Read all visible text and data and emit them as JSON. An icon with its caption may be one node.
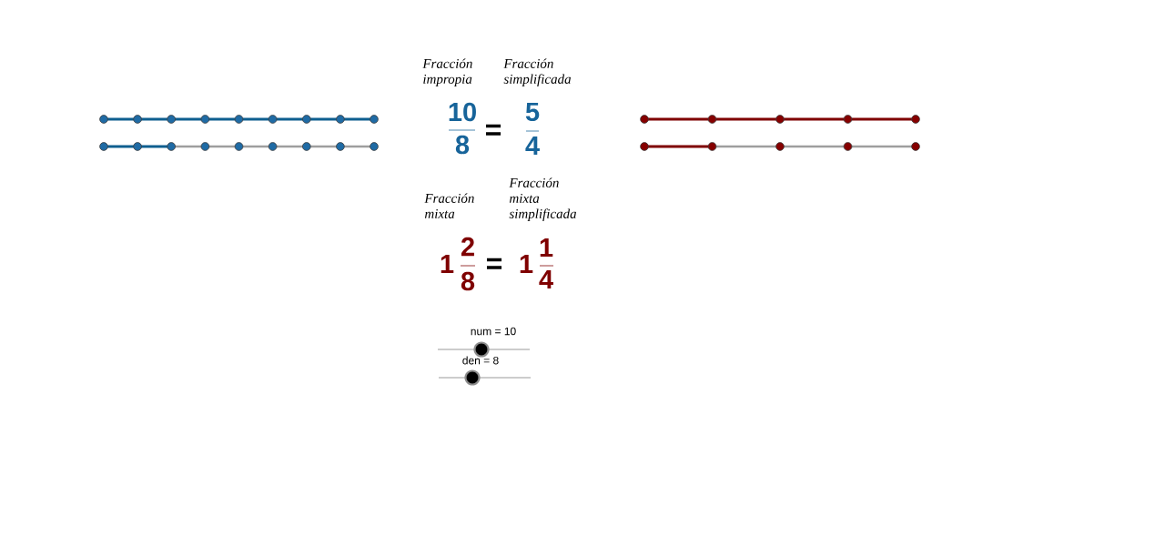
{
  "diagram": {
    "labels": [
      "Fracción impropia",
      "Fracción simplificada",
      "10",
      "8",
      "=",
      "5",
      "4",
      "Fracción mixta",
      "Fracción mixta simplificada",
      "1",
      "2",
      "8",
      "=",
      "1",
      "1",
      "4",
      "num = 10",
      "den = 8"
    ]
  }
}
